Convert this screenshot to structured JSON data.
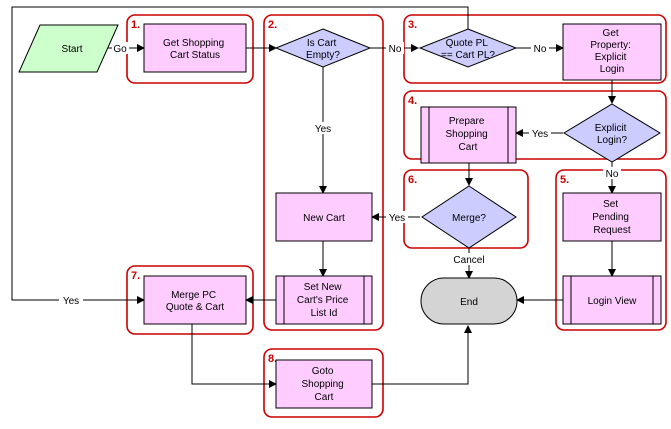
{
  "diagram": {
    "nodes": {
      "start": [
        "Start"
      ],
      "get_cart_status": [
        "Get Shopping",
        "Cart Status"
      ],
      "is_cart_empty": [
        "Is Cart",
        "Empty?"
      ],
      "quote_pl": [
        "Quote PL",
        "== Cart PL?"
      ],
      "get_property": [
        "Get",
        "Property:",
        "Explicit",
        "Login"
      ],
      "prepare_cart": [
        "Prepare",
        "Shopping",
        "Cart"
      ],
      "explicit_login": [
        "Explicit",
        "Login?"
      ],
      "merge": [
        "Merge?"
      ],
      "new_cart": [
        "New Cart"
      ],
      "set_pending": [
        "Set",
        "Pending",
        "Request"
      ],
      "set_price_list": [
        "Set New",
        "Cart's Price",
        "List Id"
      ],
      "merge_pc_quote": [
        "Merge PC",
        "Quote & Cart"
      ],
      "end": [
        "End"
      ],
      "login_view": [
        "Login View"
      ],
      "goto_cart": [
        "Goto",
        "Shopping",
        "Cart"
      ]
    },
    "step_labels": [
      "1.",
      "2.",
      "3.",
      "4.",
      "5.",
      "6.",
      "7.",
      "8."
    ],
    "edge_labels": {
      "go": "Go",
      "no_quote": "No",
      "no_prop": "No",
      "yes_empty": "Yes",
      "yes_login": "Yes",
      "no_login": "No",
      "yes_merge": "Yes",
      "cancel": "Cancel",
      "yes_loop": "Yes"
    },
    "colors": {
      "process_fill": "#ffccff",
      "decision_fill": "#ccccff",
      "start_fill": "#ccffcc",
      "end_fill": "#d4d4d4",
      "group_border": "#cc0000"
    }
  }
}
